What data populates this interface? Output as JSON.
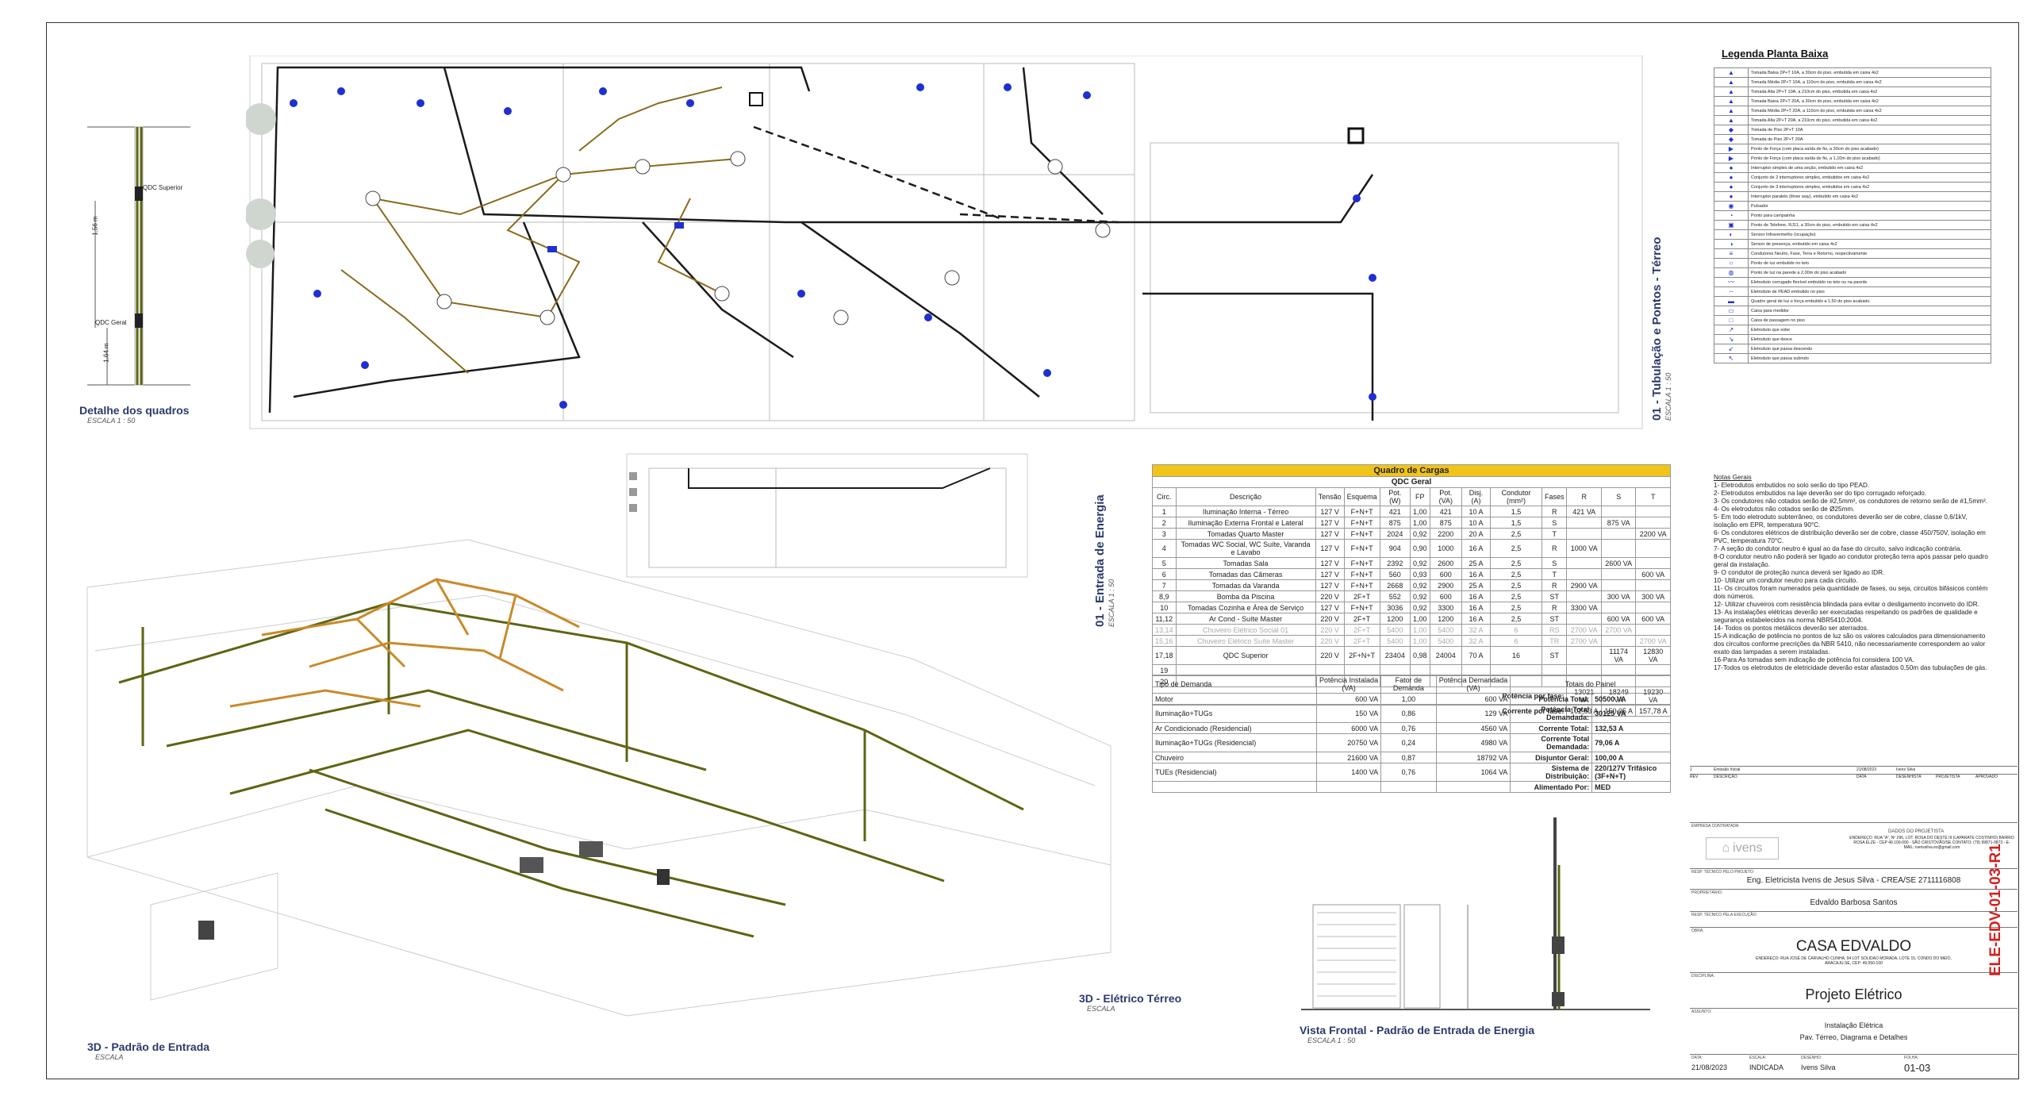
{
  "titles": {
    "plan": {
      "main": "01 - Tubulação e Pontos - Térreo",
      "sub": "ESCALA 1 : 50"
    },
    "entrada": {
      "main": "01 - Entrada de Energia",
      "sub": "ESCALA 1 : 50"
    },
    "quadros": {
      "main": "Detalhe dos quadros",
      "sub": "ESCALA 1 : 50"
    },
    "padrao3d": {
      "main": "3D - Padrão de Entrada",
      "sub": "ESCALA"
    },
    "eletrico3d": {
      "main": "3D - Elétrico Térreo",
      "sub": "ESCALA"
    },
    "frontal": {
      "main": "Vista Frontal - Padrão de Entrada de Energia",
      "sub": "ESCALA 1 : 50"
    }
  },
  "details": {
    "qdc_superior": "QDC Superior",
    "qdc_geral": "QDC Geral",
    "dim1": "1,56 m",
    "dim2": "1,64 m"
  },
  "loads": {
    "title": "Quadro de Cargas",
    "subtitle": "QDC Geral",
    "headers": [
      "Circ.",
      "Descrição",
      "Tensão",
      "Esquema",
      "Pot. (W)",
      "FP",
      "Pot. (VA)",
      "Disj. (A)",
      "Condutor (mm²)",
      "Fases",
      "R",
      "S",
      "T"
    ],
    "rows": [
      {
        "c": "1",
        "d": "Iluminação Interna - Térreo",
        "v": "127 V",
        "e": "F+N+T",
        "w": "421",
        "fp": "1,00",
        "va": "421",
        "dj": "10 A",
        "cd": "1,5",
        "f": "R",
        "r": "421 VA",
        "s": "",
        "t": "",
        "dim": false
      },
      {
        "c": "2",
        "d": "Iluminação Externa Frontal e Lateral",
        "v": "127 V",
        "e": "F+N+T",
        "w": "875",
        "fp": "1,00",
        "va": "875",
        "dj": "10 A",
        "cd": "1,5",
        "f": "S",
        "r": "",
        "s": "875 VA",
        "t": "",
        "dim": false
      },
      {
        "c": "3",
        "d": "Tomadas Quarto Master",
        "v": "127 V",
        "e": "F+N+T",
        "w": "2024",
        "fp": "0,92",
        "va": "2200",
        "dj": "20 A",
        "cd": "2,5",
        "f": "T",
        "r": "",
        "s": "",
        "t": "2200 VA",
        "dim": false
      },
      {
        "c": "4",
        "d": "Tomadas WC Social, WC Suíte, Varanda e Lavabo",
        "v": "127 V",
        "e": "F+N+T",
        "w": "904",
        "fp": "0,90",
        "va": "1000",
        "dj": "16 A",
        "cd": "2,5",
        "f": "R",
        "r": "1000 VA",
        "s": "",
        "t": "",
        "dim": false
      },
      {
        "c": "5",
        "d": "Tomadas Sala",
        "v": "127 V",
        "e": "F+N+T",
        "w": "2392",
        "fp": "0,92",
        "va": "2600",
        "dj": "25 A",
        "cd": "2,5",
        "f": "S",
        "r": "",
        "s": "2600 VA",
        "t": "",
        "dim": false
      },
      {
        "c": "6",
        "d": "Tomadas das Câmeras",
        "v": "127 V",
        "e": "F+N+T",
        "w": "560",
        "fp": "0,93",
        "va": "600",
        "dj": "16 A",
        "cd": "2,5",
        "f": "T",
        "r": "",
        "s": "",
        "t": "600 VA",
        "dim": false
      },
      {
        "c": "7",
        "d": "Tomadas da Varanda",
        "v": "127 V",
        "e": "F+N+T",
        "w": "2668",
        "fp": "0,92",
        "va": "2900",
        "dj": "25 A",
        "cd": "2,5",
        "f": "R",
        "r": "2900 VA",
        "s": "",
        "t": "",
        "dim": false
      },
      {
        "c": "8,9",
        "d": "Bomba da Piscina",
        "v": "220 V",
        "e": "2F+T",
        "w": "552",
        "fp": "0,92",
        "va": "600",
        "dj": "16 A",
        "cd": "2,5",
        "f": "ST",
        "r": "",
        "s": "300 VA",
        "t": "300 VA",
        "dim": false
      },
      {
        "c": "10",
        "d": "Tomadas Cozinha e Área de Serviço",
        "v": "127 V",
        "e": "F+N+T",
        "w": "3036",
        "fp": "0,92",
        "va": "3300",
        "dj": "16 A",
        "cd": "2,5",
        "f": "R",
        "r": "3300 VA",
        "s": "",
        "t": "",
        "dim": false
      },
      {
        "c": "11,12",
        "d": "Ar Cond - Suíte Master",
        "v": "220 V",
        "e": "2F+T",
        "w": "1200",
        "fp": "1,00",
        "va": "1200",
        "dj": "16 A",
        "cd": "2,5",
        "f": "ST",
        "r": "",
        "s": "600 VA",
        "t": "600 VA",
        "dim": false
      },
      {
        "c": "13,14",
        "d": "Chuveiro Elétrico Social 01",
        "v": "220 V",
        "e": "2F+T",
        "w": "5400",
        "fp": "1,00",
        "va": "5400",
        "dj": "32 A",
        "cd": "6",
        "f": "RS",
        "r": "2700 VA",
        "s": "2700 VA",
        "t": "",
        "dim": true
      },
      {
        "c": "15,16",
        "d": "Chuveiro Elétrico Suíte Master",
        "v": "220 V",
        "e": "2F+T",
        "w": "5400",
        "fp": "1,00",
        "va": "5400",
        "dj": "32 A",
        "cd": "6",
        "f": "TR",
        "r": "2700 VA",
        "s": "",
        "t": "2700 VA",
        "dim": true
      },
      {
        "c": "17,18",
        "d": "QDC Superior",
        "v": "220 V",
        "e": "2F+N+T",
        "w": "23404",
        "fp": "0,98",
        "va": "24004",
        "dj": "70 A",
        "cd": "16",
        "f": "ST",
        "r": "",
        "s": "11174 VA",
        "t": "12830 VA",
        "dim": false
      },
      {
        "c": "19",
        "d": "",
        "v": "",
        "e": "",
        "w": "",
        "fp": "",
        "va": "",
        "dj": "",
        "cd": "",
        "f": "",
        "r": "",
        "s": "",
        "t": "",
        "dim": false
      },
      {
        "c": "20",
        "d": "",
        "v": "",
        "e": "",
        "w": "",
        "fp": "",
        "va": "",
        "dj": "",
        "cd": "",
        "f": "",
        "r": "",
        "s": "",
        "t": "",
        "dim": false
      }
    ],
    "pot_label": "Potência por fase:",
    "pot": [
      "13021 VA",
      "18249 VA",
      "19230 VA"
    ],
    "cor_label": "Corrente por fase:",
    "cor": [
      "102,53 A",
      "150,05 A",
      "157,78 A"
    ]
  },
  "demand": {
    "headers": [
      "Tipo de Demanda",
      "Potência Instalada (VA)",
      "Fator de Demanda",
      "Potência Demandada (VA)",
      "Totais do Painel"
    ],
    "rows": [
      {
        "t": "Motor",
        "pi": "600 VA",
        "fd": "1,00",
        "pd": "600 VA",
        "k": "Potência Total:",
        "v": "50500 VA"
      },
      {
        "t": "Iluminação+TUGs",
        "pi": "150 VA",
        "fd": "0,86",
        "pd": "129 VA",
        "k": "Potência Total Demandada:",
        "v": "30125 VA"
      },
      {
        "t": "Ar Condicionado (Residencial)",
        "pi": "6000 VA",
        "fd": "0,76",
        "pd": "4560 VA",
        "k": "Corrente Total:",
        "v": "132,53 A"
      },
      {
        "t": "Iluminação+TUGs (Residencial)",
        "pi": "20750 VA",
        "fd": "0,24",
        "pd": "4980 VA",
        "k": "Corrente Total Demandada:",
        "v": "79,06 A"
      },
      {
        "t": "Chuveiro",
        "pi": "21600 VA",
        "fd": "0,87",
        "pd": "18792 VA",
        "k": "Disjuntor Geral:",
        "v": "100,00 A"
      },
      {
        "t": "TUEs (Residencial)",
        "pi": "1400 VA",
        "fd": "0,76",
        "pd": "1064 VA",
        "k": "Sistema de Distribuição:",
        "v": "220/127V Trifásico (3F+N+T)"
      },
      {
        "t": "",
        "pi": "",
        "fd": "",
        "pd": "",
        "k": "Alimentado Por:",
        "v": "MED"
      }
    ]
  },
  "legend": {
    "title": "Legenda Planta Baixa",
    "items": [
      "Tomada Baixa 2P+T 10A, a 30cm do piso, embutida em caixa 4x2",
      "Tomada Média 2P+T 10A, a 110cm do piso, embutida em caixa 4x2",
      "Tomada Alta 2P+T 10A, a 210cm do piso, embutida em caixa 4x2",
      "Tomada Baixa 2P+T 20A, a 30cm do piso, embutida em caixa 4x2",
      "Tomada Média 2P+T 20A, a 110cm do piso, embutida em caixa 4x2",
      "Tomada Alta 2P+T 20A, a 210cm do piso, embutida em caixa 4x2",
      "Tomada de Piso 2P+T 10A",
      "Tomada de Piso 2P+T 20A",
      "Ponto de Força (com placa saída de fio, a 30cm do piso acabado)",
      "Ponto de Força (com placa saída de fio, a 1,10m do piso acabado)",
      "Interruptor simples de uma seção, embutido em caixa 4x2",
      "Conjunto de 2 interruptores simples, embutidos em caixa 4x2",
      "Conjunto de 3 interruptores simples, embutidos em caixa 4x2",
      "Interruptor paralelo (three way), embutido em caixa 4x2",
      "Pulsador",
      "Ponto para campainha",
      "Ponto de Telefone, RJ11, a 30cm do piso, embutido em caixa 4x2",
      "Sensor Infravermelho (ocupação)",
      "Sensor de presença, embutido em caixa 4x2",
      "Condutores Neutro, Fase, Terra e Retorno, respectivamente",
      "Ponto de luz embutido no teto",
      "Ponto de luz na parede a 2,00m do piso acabado",
      "Eletroduto corrugado flexível embutido no teto ou na parede",
      "Eletroduto de PEAD embutido no piso",
      "Quadro geral de luz e força embutido a 1,50 do piso acabado",
      "Caixa para medidor",
      "Caixa de passagem no piso",
      "Eletroduto que sobe",
      "Eletroduto que desce",
      "Eletroduto que passa descendo",
      "Eletroduto que passa subindo"
    ]
  },
  "notes": {
    "title": "Notas Gerais",
    "items": [
      "1- Eletrodutos embutidos no solo serão do tipo PEAD.",
      "2- Eletrodutos embutidos na laje deverão ser do tipo corrugado reforçado.",
      "3- Os condutores não cotados serão de #2,5mm², os condutores de retorno serão de #1,5mm².",
      "4- Os eletrodutos não cotados serão de Ø25mm.",
      "5- Em todo eletroduto subterrâneo, os condutores deverão ser de cobre, classe 0,6/1kV, isolação em EPR, temperatura 90°C.",
      "6- Os condutores elétricos de distribuição deverão ser de cobre, classe 450/750V, isolação em PVC, temperatura 70°C.",
      "7- A seção do condutor neutro é igual ao da fase do circuito, salvo indicação contrária.",
      "8-O condutor neutro não poderá ser ligado ao condutor proteção terra após passar pelo quadro geral da instalação.",
      "9- O condutor de proteção nunca deverá ser ligado ao IDR.",
      "10- Utilizar um condutor neutro para cada circuito.",
      "11- Os circuitos foram numerados pela quantidade de fases, ou seja, circuitos bifásicos contém dois números.",
      "12- Utilizar chuveiros com resistência blindada para evitar o desligamento inconveto do IDR.",
      "13- As instalações elétricas deverão ser executadas respeitando os padrões de qualidade e segurança estabelecidos na norma NBR5410:2004.",
      "14- Todos os pontos metálicos deverão ser aterrados.",
      "15-A indicação de potência no pontos de luz são os valores calculados para dimensionamento dos circuitos conforme precrições da NBR 5410, não necessariamente correspondem ao valor exato das lampadas a serem instaladas.",
      "16-Para As tomadas sem indicação de potência foi considera 100 VA.",
      "17-Todos os eletrodutos de eletricidade deverão estar afastados 0,50m das tubulações de gás."
    ]
  },
  "titleblock": {
    "rev_row": [
      "1",
      "Emissão Inicial",
      "21/08/2023",
      "Ivens Silva",
      ""
    ],
    "rev_headers": [
      "REV",
      "DESCRIÇÃO",
      "DATA",
      "DESENHISTA",
      "PROJETISTA",
      "APROVADO"
    ],
    "empresa_label": "EMPRESA CONTRATADA:",
    "dados_label": "DADOS DO PROJETISTA",
    "logo": "ivens",
    "dados_text": "ENDEREÇO: RUA \"A\", Nº 296, LOT. ROSA DO OESTE III (LAPARATE COSTINHO) BAIRRO ROSA ELZE - CEP 49.100-000 - SÃO CRISTÓVÃO/SE CONTATO: (79) 99871-0873 - E-MAIL: ivenssilva.es@gmail.com",
    "resp_label": "RESP. TÉCNICO PELO PROJETO:",
    "resp": "Eng. Eletricista Ivens de Jesus Silva - CREA/SE 2711116808",
    "prop_label": "PROPRIETÁRIO:",
    "prop": "Edvaldo Barbosa Santos",
    "exec_label": "RESP. TÉCNICO PELA EXECUÇÃO:",
    "obra_label": "OBRA:",
    "obra": "CASA EDVALDO",
    "obra_addr": "ENDEREÇO: RUA JOSÉ DE CARVALHO CUNHA, 94 LOT SOLIDAO MORADA, LOTE 15, CONDO DO MEIO, ARACAJU-SE, CEP: 49.050-100",
    "disc_label": "DISCIPLINA:",
    "disc": "Projeto Elétrico",
    "assunto_label": "ASSUNTO:",
    "assunto1": "Instalação Elétrica",
    "assunto2": "Pav. Térreo, Diagrama e Detalhes",
    "data_label": "DATA:",
    "data": "21/08/2023",
    "escala_label": "ESCALA:",
    "escala": "INDICADA",
    "desenho_label": "DESENHO:",
    "desenho": "Ivens Silva",
    "folha_label": "FOLHA:",
    "folha": "01-03",
    "code": "ELE-EDV-01-03-R1"
  },
  "colors": {
    "navy": "#2b3a6b",
    "cable": "#1b1b1b",
    "orange_cable": "#c98a2a",
    "olive_pipe": "#5f6412",
    "blue_points": "#1f2fd0",
    "header_yellow": "#f0c419",
    "code_red": "#d32020"
  }
}
